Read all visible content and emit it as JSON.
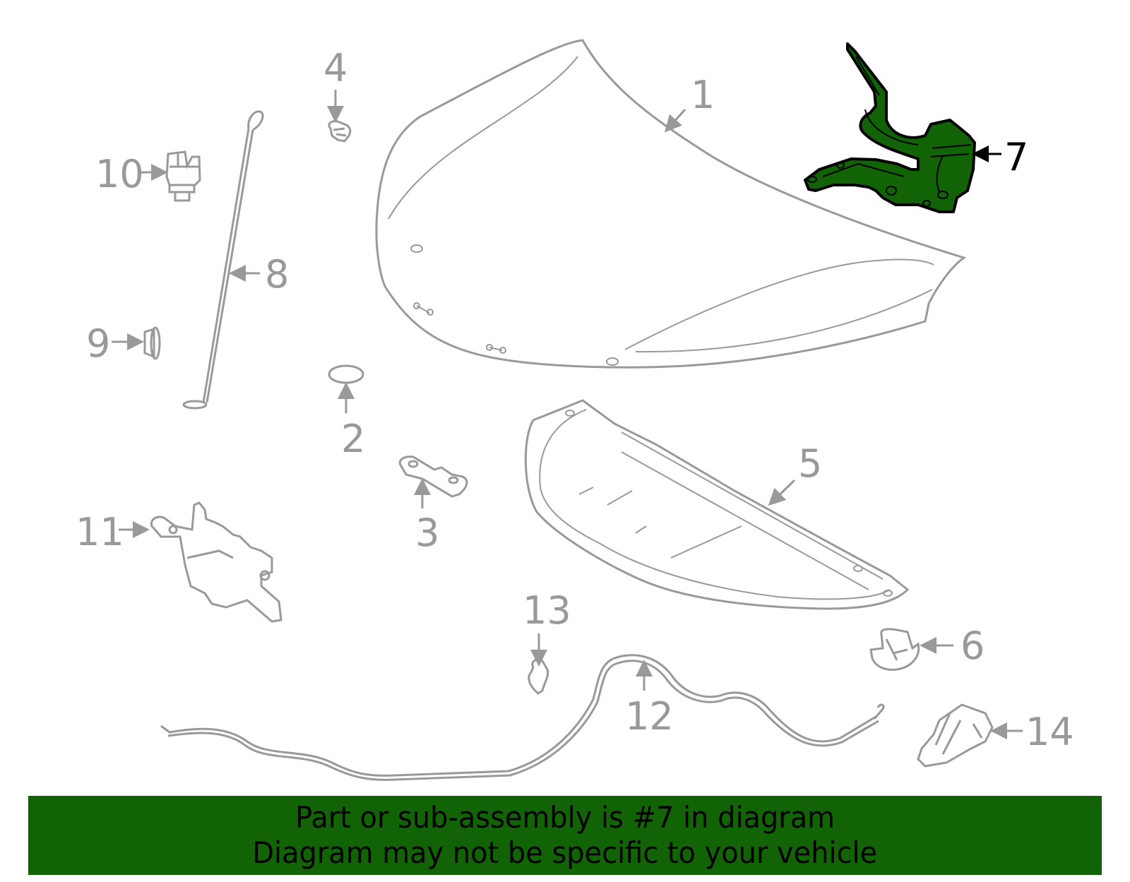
{
  "diagram": {
    "title": "Hood & Components parts diagram",
    "highlighted_part": "7",
    "colors": {
      "line": "#999999",
      "highlight_fill": "#116306",
      "highlight_stroke": "#000000",
      "banner": "#116306"
    },
    "callouts": [
      {
        "num": "1",
        "part": "hood-panel"
      },
      {
        "num": "2",
        "part": "o-ring"
      },
      {
        "num": "3",
        "part": "bracket"
      },
      {
        "num": "4",
        "part": "clip"
      },
      {
        "num": "5",
        "part": "hood-insulator"
      },
      {
        "num": "6",
        "part": "retainer"
      },
      {
        "num": "7",
        "part": "hood-hinge"
      },
      {
        "num": "8",
        "part": "support-rod"
      },
      {
        "num": "9",
        "part": "grommet"
      },
      {
        "num": "10",
        "part": "rod-holder"
      },
      {
        "num": "11",
        "part": "hood-latch"
      },
      {
        "num": "12",
        "part": "release-cable"
      },
      {
        "num": "13",
        "part": "clip"
      },
      {
        "num": "14",
        "part": "release-handle"
      }
    ]
  },
  "banner": {
    "line1": "Part or sub-assembly is #7 in diagram",
    "line2": "Diagram may not be specific to your vehicle"
  }
}
